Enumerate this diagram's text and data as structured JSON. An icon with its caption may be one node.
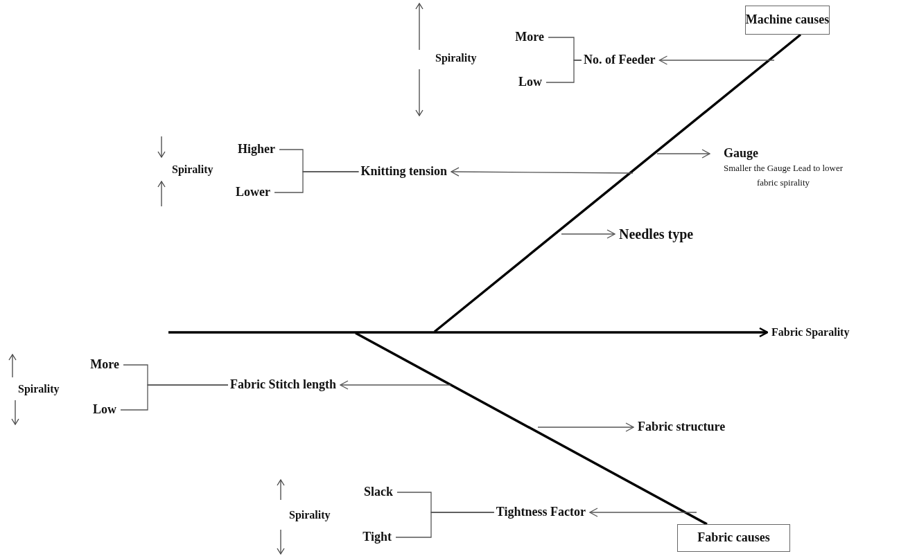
{
  "diagram": {
    "nodes": [
      {
        "text": [
          "Machine causes"
        ]
      },
      {
        "text": [
          "Fabric causes"
        ]
      },
      {
        "text": [
          "Fabric Sparality"
        ]
      },
      {
        "text": [
          "No. of Feeder"
        ]
      },
      {
        "text": [
          "Gauge",
          "Smaller the Gauge Lead to lower fabric spirality"
        ]
      },
      {
        "text": [
          "Knitting tension"
        ]
      },
      {
        "text": [
          "Needles type"
        ]
      },
      {
        "text": [
          "Fabric Stitch length"
        ]
      },
      {
        "text": [
          "Fabric structure"
        ]
      },
      {
        "text": [
          "Tightness Factor"
        ]
      },
      {
        "text": [
          "More"
        ]
      },
      {
        "text": [
          "Low"
        ]
      },
      {
        "text": [
          "Higher"
        ]
      },
      {
        "text": [
          "Lower"
        ]
      },
      {
        "text": [
          "More"
        ]
      },
      {
        "text": [
          "Low"
        ]
      },
      {
        "text": [
          "Slack"
        ]
      },
      {
        "text": [
          "Tight"
        ]
      }
    ],
    "edges": [
      {
        "from": null,
        "to": 2,
        "arrow": "to",
        "style": "thick",
        "color": "#000000"
      },
      {
        "from": 0,
        "to": null,
        "arrow": "none",
        "style": "thick",
        "color": "#000000"
      },
      {
        "from": null,
        "to": 1,
        "arrow": "none",
        "style": "thick",
        "color": "#000000"
      },
      {
        "from": null,
        "to": 3,
        "arrow": "to"
      },
      {
        "from": null,
        "to": 4,
        "arrow": "to"
      },
      {
        "from": null,
        "to": 5,
        "arrow": "to"
      },
      {
        "from": null,
        "to": 6,
        "arrow": "to"
      },
      {
        "from": null,
        "to": 7,
        "arrow": "to"
      },
      {
        "from": null,
        "to": 8,
        "arrow": "to"
      },
      {
        "from": null,
        "to": 9,
        "arrow": "to"
      },
      {
        "from": 3,
        "to": 10,
        "arrow": "none"
      },
      {
        "from": 3,
        "to": 11,
        "arrow": "none"
      },
      {
        "from": 5,
        "to": 12,
        "arrow": "none"
      },
      {
        "from": 5,
        "to": 13,
        "arrow": "none"
      },
      {
        "from": 7,
        "to": 14,
        "arrow": "none"
      },
      {
        "from": 7,
        "to": 15,
        "arrow": "none"
      },
      {
        "from": 9,
        "to": 16,
        "arrow": "none"
      },
      {
        "from": 9,
        "to": 17,
        "arrow": "none"
      }
    ],
    "labels": [
      "Spirality",
      "Spirality",
      "Spirality",
      "Spirality"
    ]
  }
}
